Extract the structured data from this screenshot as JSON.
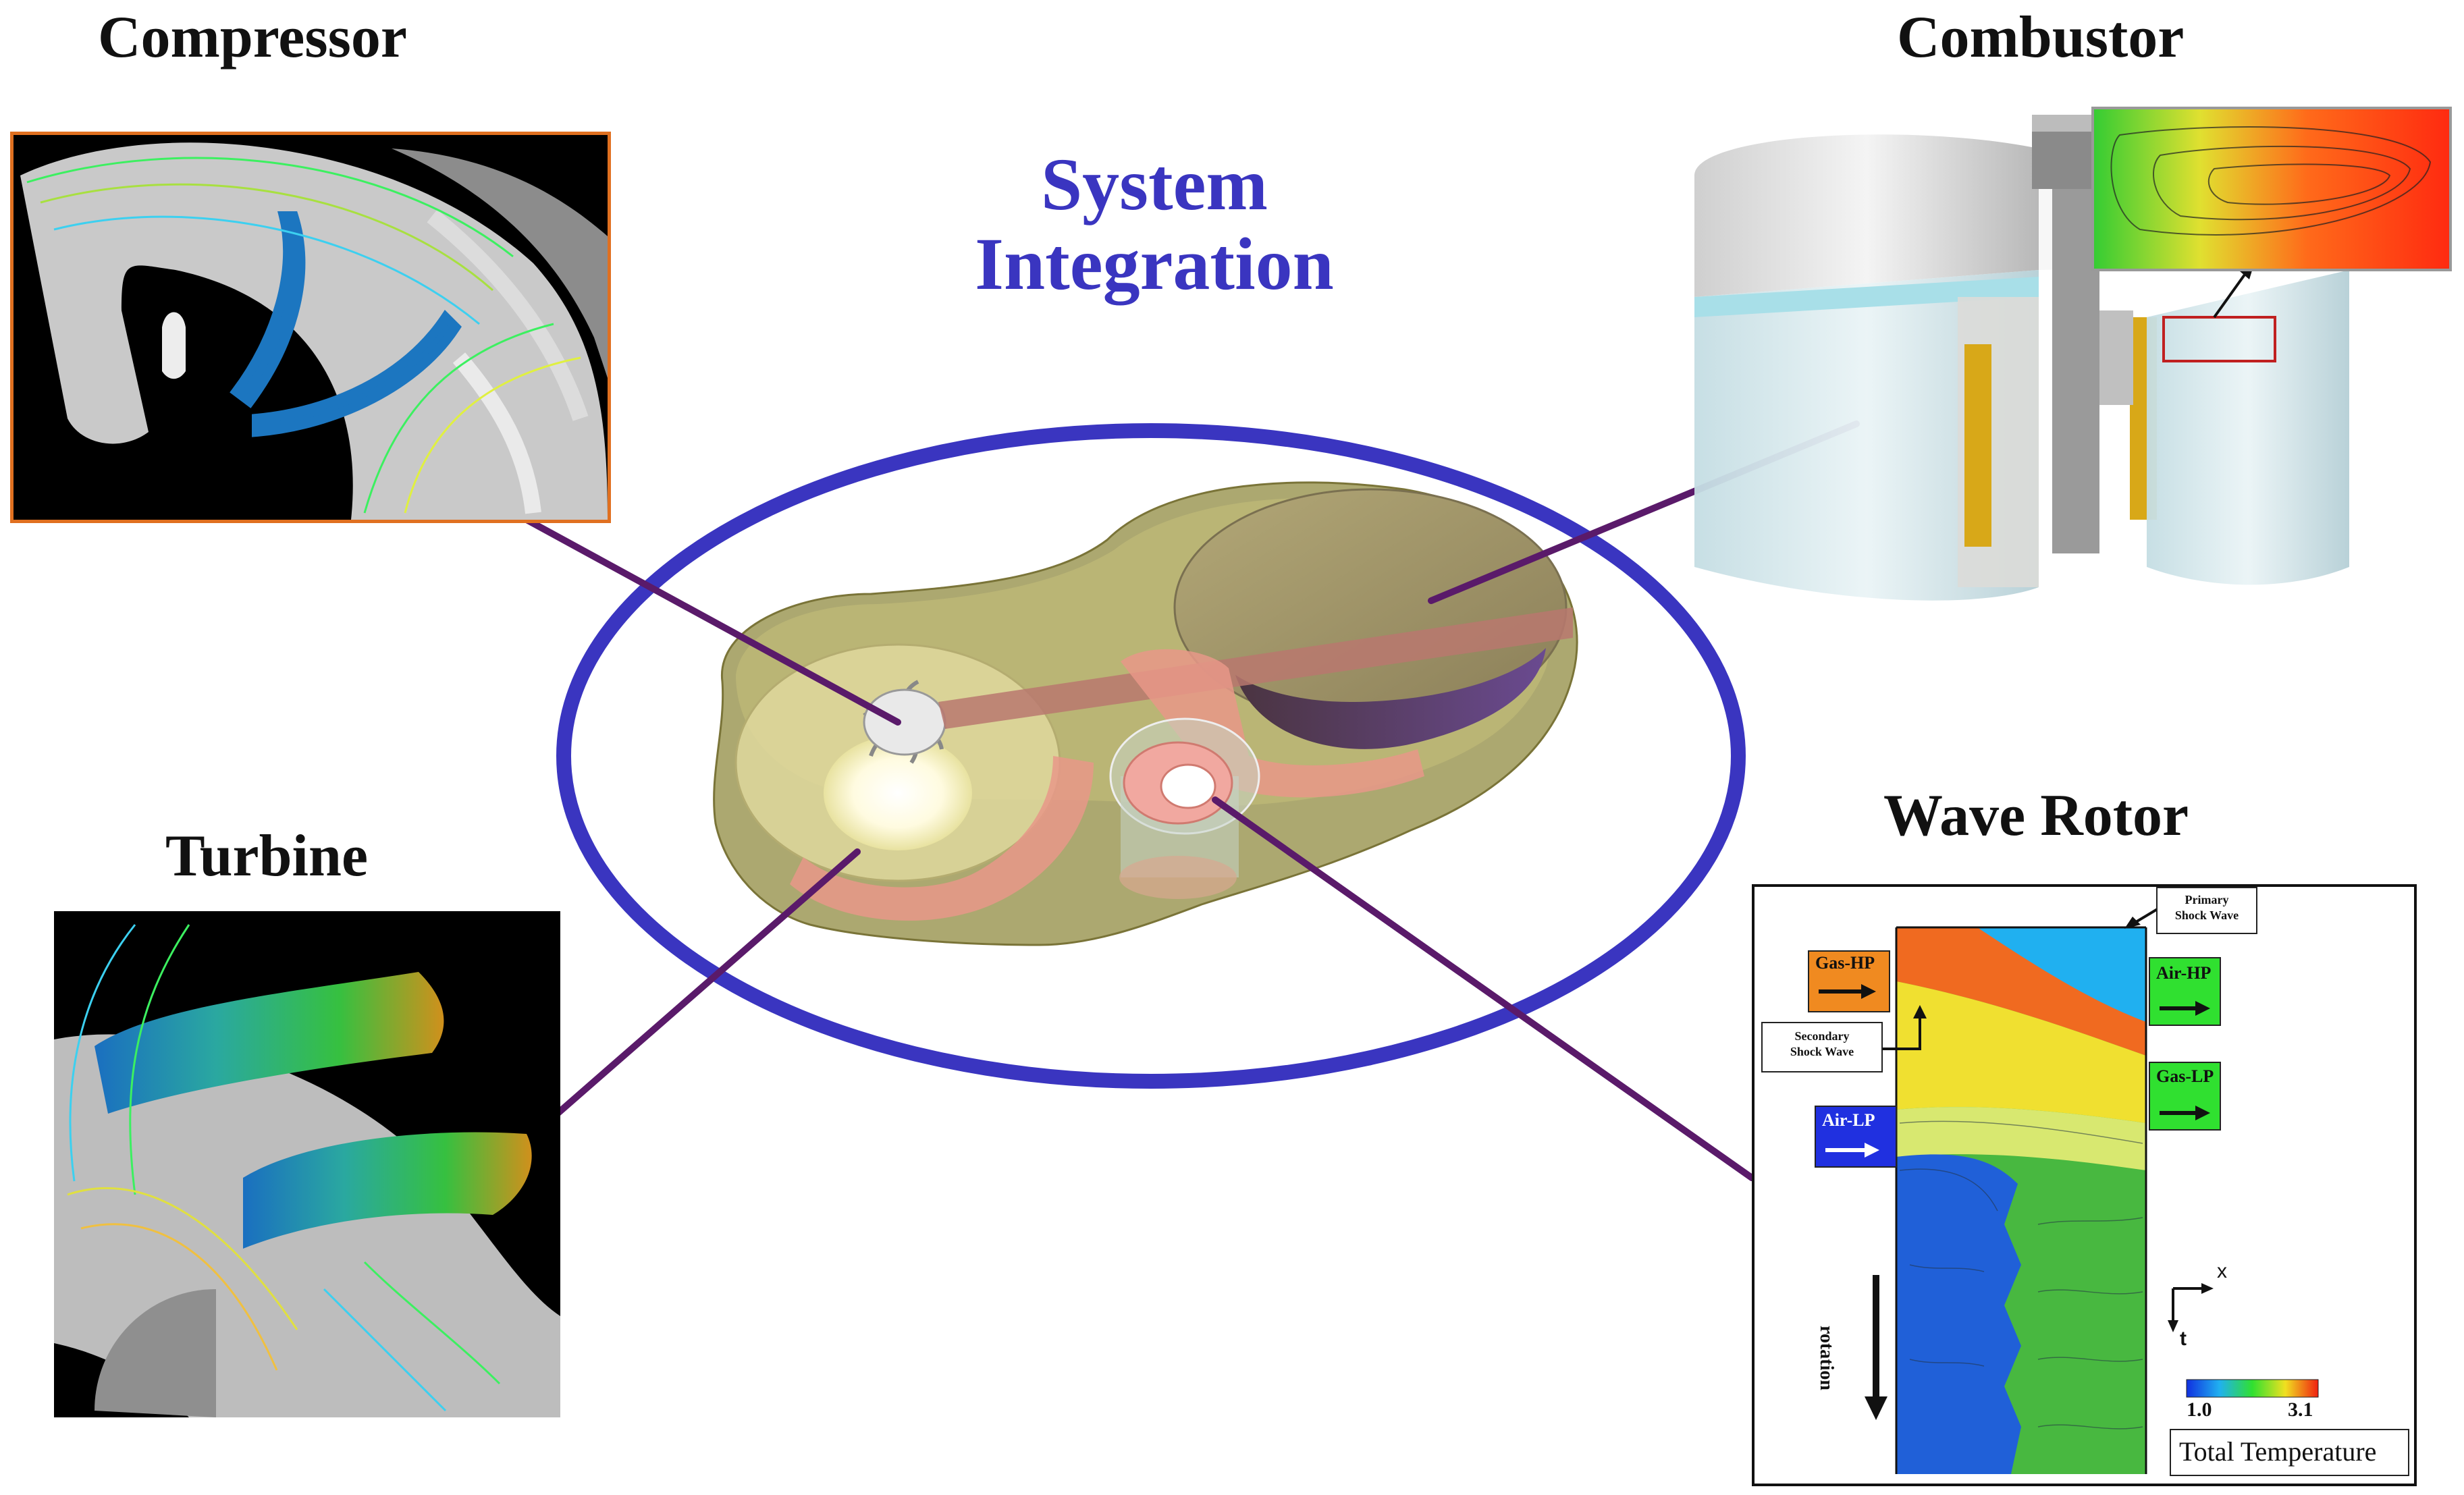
{
  "title": {
    "line1": "System",
    "line2": "Integration"
  },
  "components": {
    "compressor": {
      "label": "Compressor"
    },
    "combustor": {
      "label": "Combustor"
    },
    "turbine": {
      "label": "Turbine"
    },
    "wave_rotor": {
      "label": "Wave Rotor"
    }
  },
  "wave_rotor_panel": {
    "ports": {
      "gas_hp": "Gas-HP",
      "air_hp": "Air-HP",
      "gas_lp": "Gas-LP",
      "air_lp": "Air-LP"
    },
    "annotations": {
      "primary_shock": [
        "Primary",
        "Shock Wave"
      ],
      "secondary_shock": [
        "Secondary",
        "Shock Wave"
      ]
    },
    "axes": {
      "x": "x",
      "t": "t"
    },
    "rotation_label": "rotation",
    "colorbar": {
      "min": "1.0",
      "max": "3.1",
      "title": "Total Temperature"
    }
  },
  "colors": {
    "title": "#3a35c0",
    "system_ellipse": "#3a35c0",
    "connector": "#5a1a6a",
    "compressor_frame": "#e07020",
    "housing": "#9a9550",
    "duct": "#e89888"
  }
}
